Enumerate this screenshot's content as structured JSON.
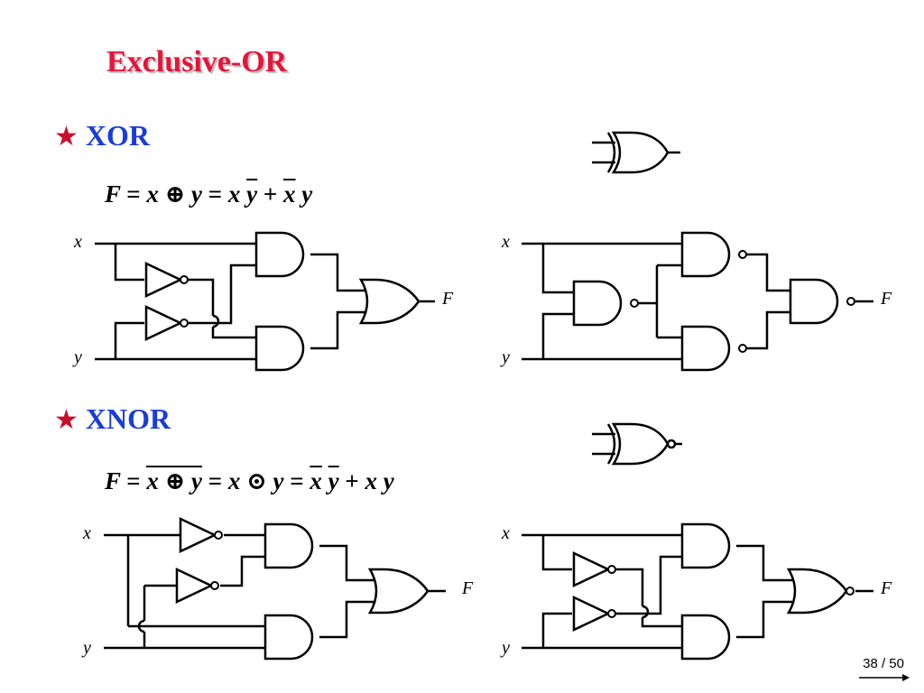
{
  "slide": {
    "title": "Exclusive-OR",
    "title_color": "#e3163a",
    "heading_color": "#1a3cd9",
    "star_color": "#c8102e",
    "page": "38 / 50"
  },
  "xor": {
    "heading": "XOR",
    "formula": {
      "F": "F",
      "eq1": "=",
      "x1": "x",
      "oplus": "⊕",
      "y1": "y",
      "eq2": "=",
      "x2": "x",
      "y2bar": "y",
      "plus": "+",
      "x3bar": "x",
      "y3": "y"
    }
  },
  "xnor": {
    "heading": "XNOR",
    "formula": {
      "F": "F",
      "eq1": "=",
      "over_x": "x",
      "over_oplus": "⊕",
      "over_y": "y",
      "eq2": "=",
      "x2": "x",
      "odot": "⊙",
      "y2": "y",
      "eq3": "=",
      "x3bar": "x",
      "y3bar": "y",
      "plus": "+",
      "x4": "x",
      "y4": "y"
    }
  },
  "labels": {
    "x": "x",
    "y": "y",
    "F": "F"
  }
}
